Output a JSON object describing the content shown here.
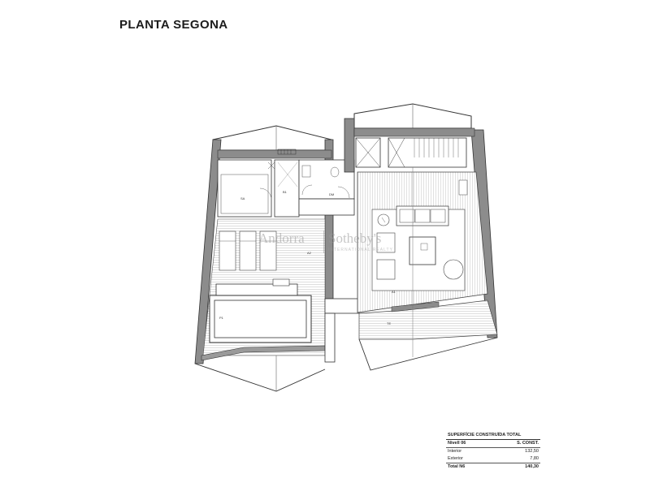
{
  "title": "PLANTA SEGONA",
  "watermark": {
    "brand_left": "Andorra",
    "brand_right": "Sotheby's",
    "brand_sub": "INTERNATIONAL REALTY"
  },
  "room_labels": {
    "sa": "SA",
    "b1": "B1",
    "dm": "DM",
    "a2": "A2",
    "a1": "A1",
    "p1": "P1",
    "te": "TE"
  },
  "area_table": {
    "title": "SUPERFÍCIE CONSTRUÏDA TOTAL",
    "header_left": "Nivell 06",
    "header_right": "S. CONST.",
    "rows": [
      {
        "label": "Interior",
        "value": "132,50"
      },
      {
        "label": "Exterior",
        "value": "7,80"
      }
    ],
    "total_label": "Total N6",
    "total_value": "140,30"
  }
}
